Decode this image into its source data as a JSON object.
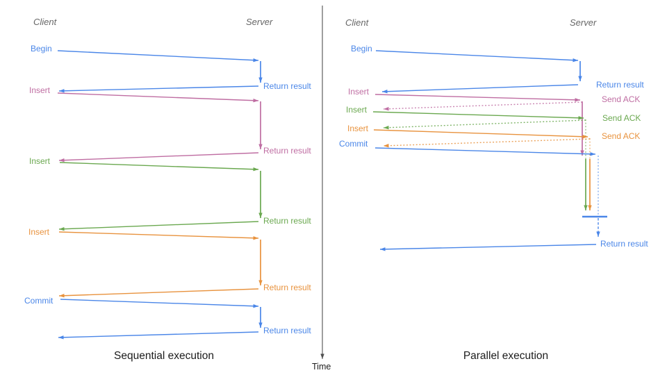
{
  "colors": {
    "blue": "#4a86e8",
    "pink": "#bf6da2",
    "green": "#6aa84f",
    "orange": "#e8923d",
    "header_gray": "#666666",
    "axis_gray": "#4f4f4f",
    "caption_black": "#1c1c1c"
  },
  "time_axis": {
    "label": "Time"
  },
  "left": {
    "caption": "Sequential execution",
    "client": "Client",
    "server": "Server",
    "ops": [
      {
        "label": "Begin",
        "response": "Return result"
      },
      {
        "label": "Insert",
        "response": "Return result"
      },
      {
        "label": "Insert",
        "response": "Return result"
      },
      {
        "label": "Insert",
        "response": "Return result"
      },
      {
        "label": "Commit",
        "response": "Return result"
      }
    ]
  },
  "right": {
    "caption": "Parallel execution",
    "client": "Client",
    "server": "Server",
    "ops": [
      {
        "label": "Begin",
        "response": "Return result"
      },
      {
        "label": "Insert",
        "response": "Send ACK"
      },
      {
        "label": "Insert",
        "response": "Send ACK"
      },
      {
        "label": "Insert",
        "response": "Send ACK"
      },
      {
        "label": "Commit",
        "response": "Return result"
      }
    ]
  }
}
